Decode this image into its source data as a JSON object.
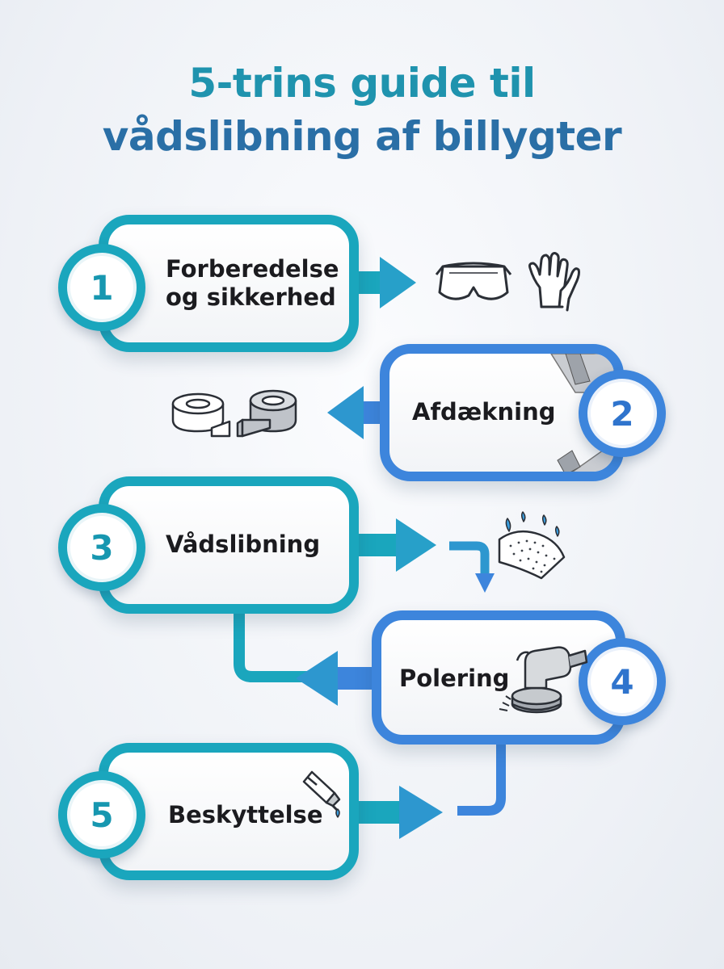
{
  "title": {
    "line1": "5-trins guide til",
    "line2": "vådslibning af billygter"
  },
  "steps": [
    {
      "number": "1",
      "label_line1": "Forberedelse",
      "label_line2": "og sikkerhed",
      "icons": [
        "safety-goggles-icon",
        "gloves-icon"
      ],
      "color": "#1aa6bd"
    },
    {
      "number": "2",
      "label_line1": "Afdækning",
      "icons": [
        "masking-tape-icon"
      ],
      "color": "#3d85dc"
    },
    {
      "number": "3",
      "label_line1": "Vådslibning",
      "icons": [
        "wet-sandpaper-icon"
      ],
      "color": "#1aa6bd"
    },
    {
      "number": "4",
      "label_line1": "Polering",
      "icons": [
        "polisher-icon"
      ],
      "color": "#3d85dc"
    },
    {
      "number": "5",
      "label_line1": "Beskyttelse",
      "icons": [
        "sealant-bottle-icon"
      ],
      "color": "#1aa6bd"
    }
  ]
}
